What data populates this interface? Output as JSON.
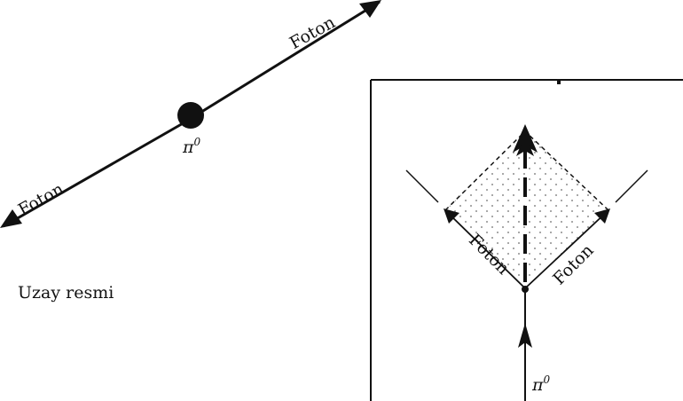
{
  "space_picture": {
    "caption": "Uzay resmi",
    "photon_upper_label": "Foton",
    "photon_lower_label": "Foton",
    "particle_label": "π",
    "particle_superscript": "0"
  },
  "spacetime_picture": {
    "photon_left_label": "Foton",
    "photon_right_label": "Foton",
    "particle_label": "π",
    "particle_superscript": "0"
  },
  "colors": {
    "ink": "#111111",
    "shading_dot": "#6b6b6b",
    "background": "#ffffff"
  }
}
